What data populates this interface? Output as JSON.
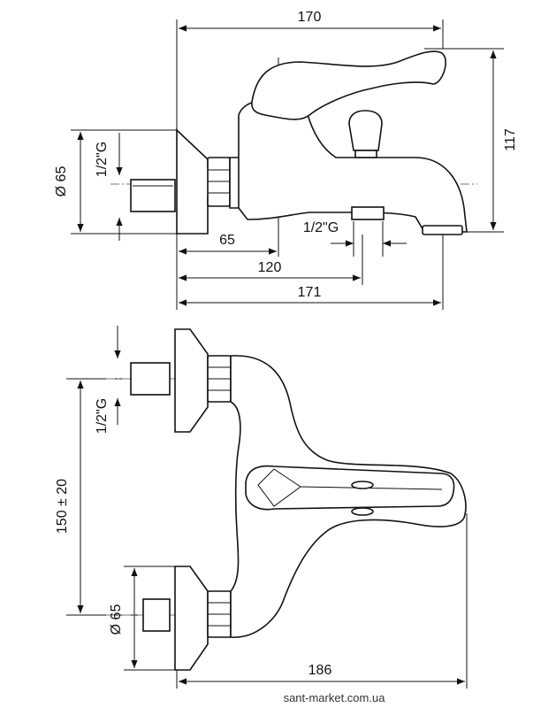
{
  "top_view": {
    "dim_width_top": "170",
    "dim_height_right": "117",
    "dim_diameter_left": "Ø 65",
    "dim_thread_left": "1/2\"G",
    "dim_thread_bottom": "1/2\"G",
    "dim_65": "65",
    "dim_120": "120",
    "dim_171": "171"
  },
  "bottom_view": {
    "dim_thread_left": "1/2\"G",
    "dim_150": "150 ± 20",
    "dim_diameter_left": "Ø 65",
    "dim_186": "186"
  },
  "watermark": "sant-market.com.ua"
}
